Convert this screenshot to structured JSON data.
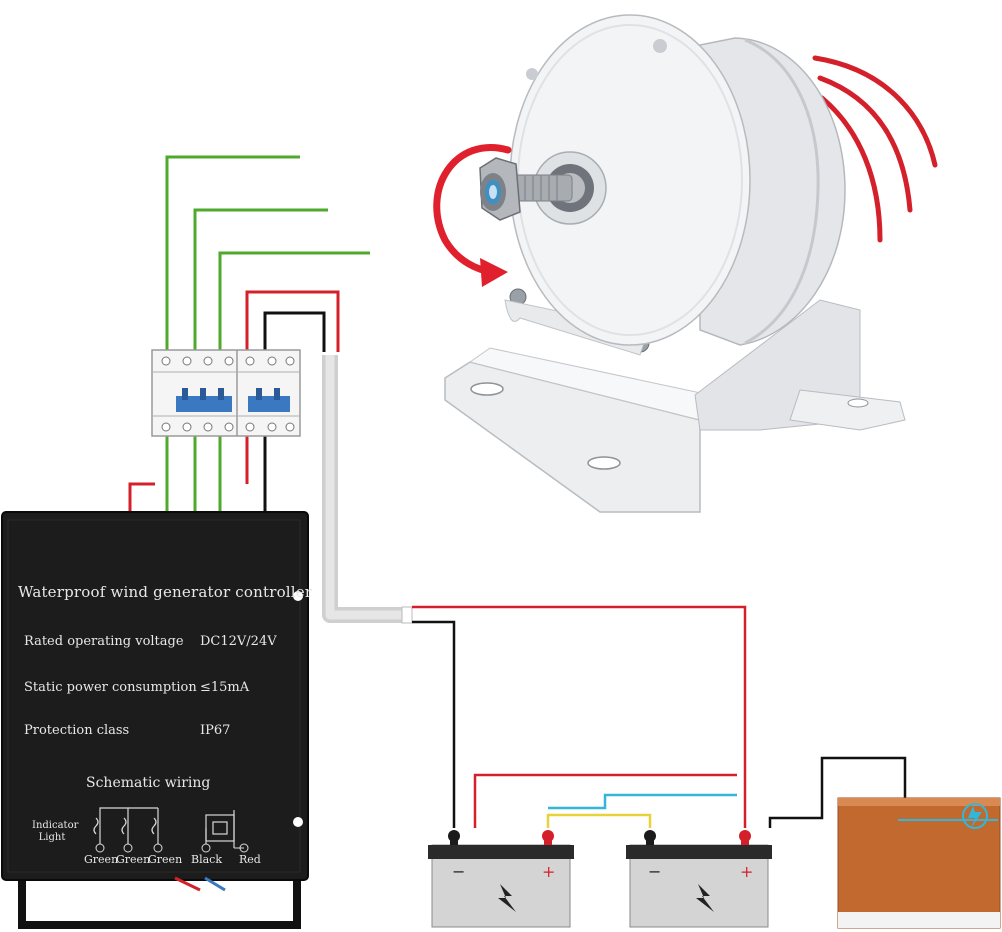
{
  "controller": {
    "title": "Waterproof wind generator controller",
    "specs": [
      {
        "label": "Rated operating voltage",
        "value": "DC12V/24V"
      },
      {
        "label": "Static power consumption",
        "value": "≤15mA"
      },
      {
        "label": "Protection class",
        "value": "IP67"
      }
    ],
    "schematic_title": "Schematic wiring",
    "indicator_label": "Indicator Light",
    "wire_labels": [
      "Green",
      "Green",
      "Green",
      "Black",
      "Red"
    ]
  },
  "colors": {
    "controller_body": "#1c1c1c",
    "wire_red": "#d4202a",
    "wire_green": "#4faa2c",
    "wire_black": "#111111",
    "wire_blue": "#33b6d8",
    "wire_yellow": "#e8d23a",
    "generator_body": "#eeeff1",
    "arrow_red": "#e0202c",
    "breaker_toggle": "#3a78c2",
    "battery_case": "#d4d4d4",
    "inverter_body": "#c1692e"
  },
  "icons": [
    "rotation-arrow-icon",
    "lightning-bolt-icon",
    "battery-minus-icon",
    "battery-plus-icon"
  ]
}
